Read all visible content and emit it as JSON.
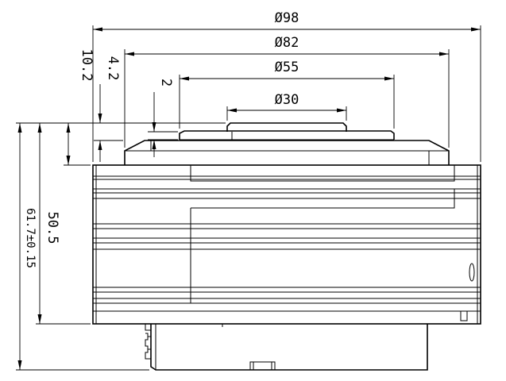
{
  "dimensions": {
    "d98": "Ø98",
    "d82": "Ø82",
    "d55": "Ø55",
    "d30": "Ø30",
    "h10_2": "10.2",
    "h4_2": "4.2",
    "h2": "2",
    "h50_5": "50.5",
    "h61_7": "61.7±0.15"
  }
}
